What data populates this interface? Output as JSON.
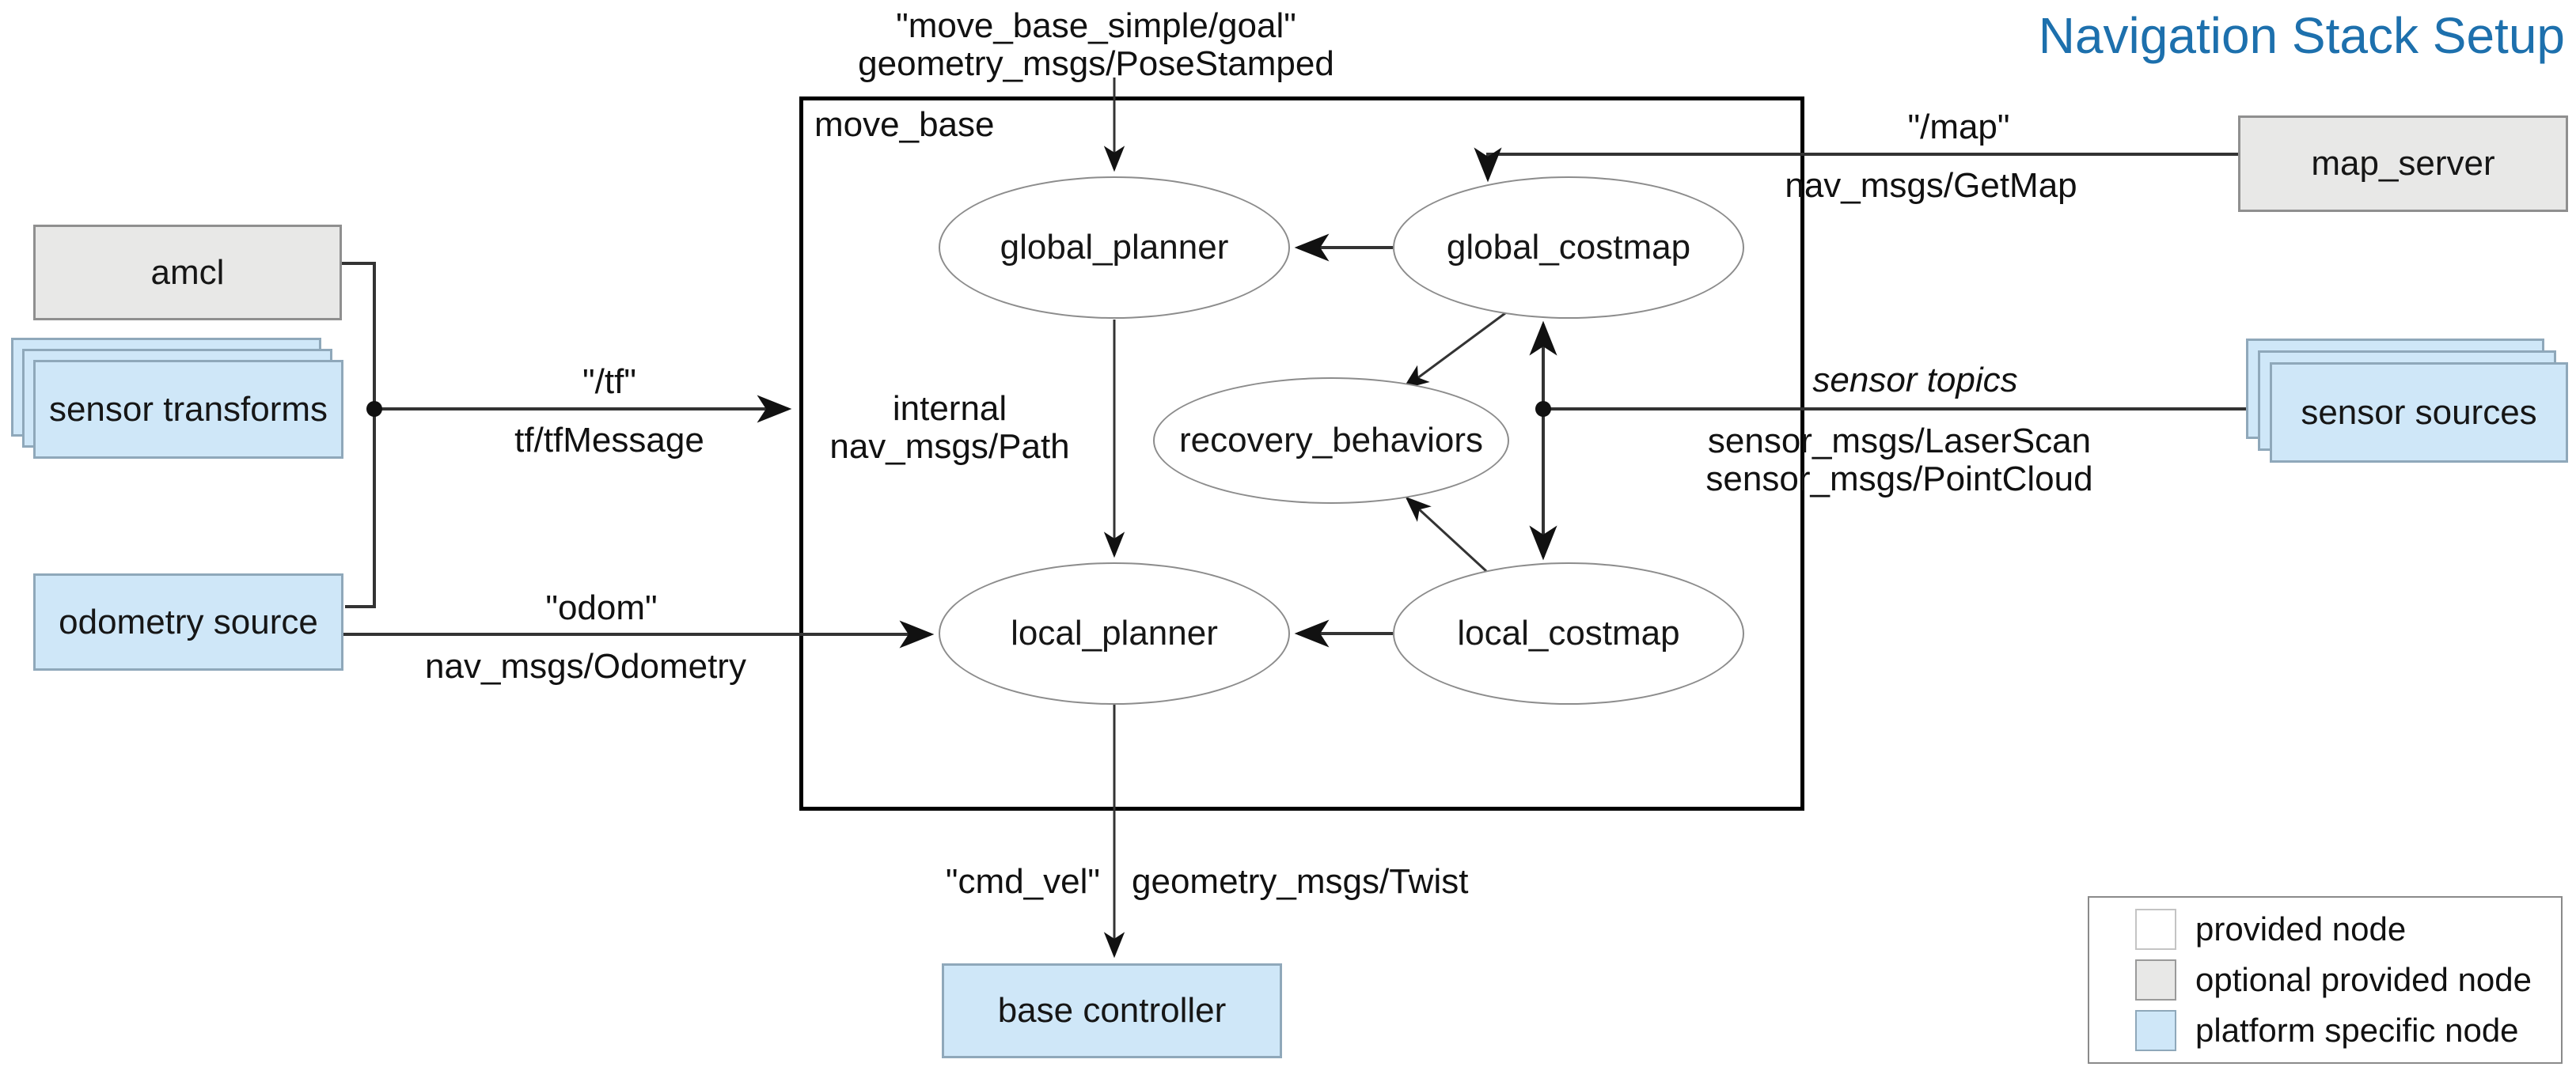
{
  "title": "Navigation Stack Setup",
  "container_label": "move_base",
  "nodes": {
    "global_planner": "global_planner",
    "global_costmap": "global_costmap",
    "recovery_behaviors": "recovery_behaviors",
    "local_planner": "local_planner",
    "local_costmap": "local_costmap",
    "amcl": "amcl",
    "sensor_transforms": "sensor transforms",
    "odometry_source": "odometry source",
    "map_server": "map_server",
    "sensor_sources": "sensor sources",
    "base_controller": "base controller"
  },
  "edges": {
    "goal_topic": "\"move_base_simple/goal\"",
    "goal_type": "geometry_msgs/PoseStamped",
    "tf_topic": "\"/tf\"",
    "tf_type": "tf/tfMessage",
    "odom_topic": "\"odom\"",
    "odom_type": "nav_msgs/Odometry",
    "internal_label": "internal",
    "internal_type": "nav_msgs/Path",
    "map_topic": "\"/map\"",
    "map_type": "nav_msgs/GetMap",
    "sensor_label": "sensor topics",
    "sensor_type1": "sensor_msgs/LaserScan",
    "sensor_type2": "sensor_msgs/PointCloud",
    "cmdvel_topic": "\"cmd_vel\"",
    "cmdvel_type": "geometry_msgs/Twist"
  },
  "legend": {
    "items": [
      {
        "label": "provided node",
        "swatch": "#ffffff"
      },
      {
        "label": "optional provided node",
        "swatch": "#e8e8e7"
      },
      {
        "label": "platform specific node",
        "swatch": "#cfe7f8"
      }
    ]
  },
  "colors": {
    "title": "#1d70ad",
    "provided_fill": "#ffffff",
    "optional_fill": "#e8e8e7",
    "platform_fill": "#cfe7f8",
    "line": "#333333"
  }
}
